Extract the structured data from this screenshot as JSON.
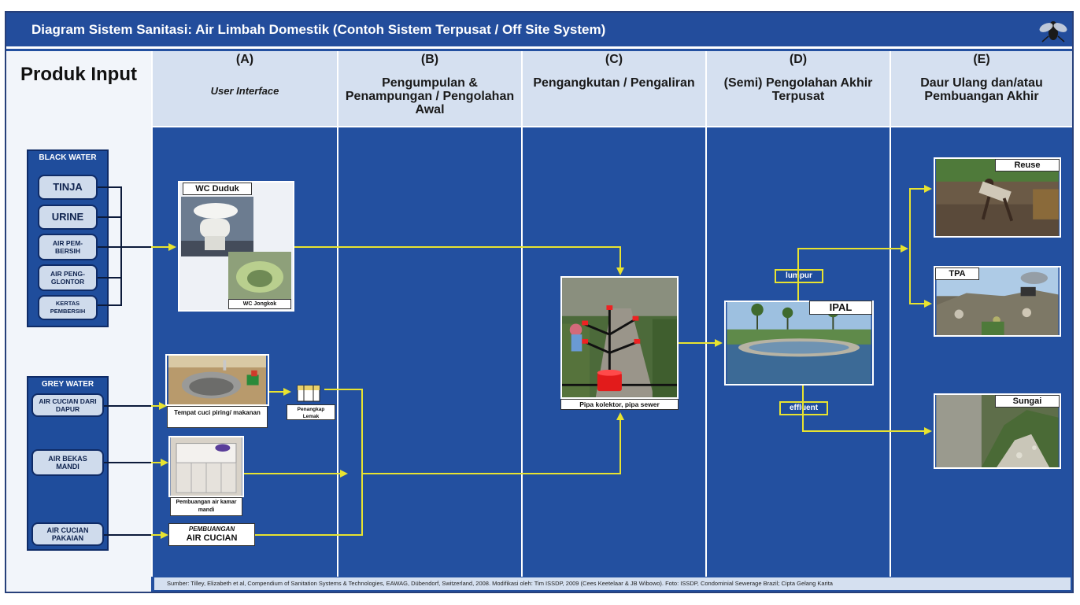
{
  "title": "Diagram Sistem Sanitasi: Air Limbah Domestik (Contoh Sistem Terpusat / Off Site System)",
  "input_header": "Produk Input",
  "columns": [
    {
      "letter": "(A)",
      "title": "User Interface"
    },
    {
      "letter": "(B)",
      "title": "Pengumpulan & Penampungan / Pengolahan Awal"
    },
    {
      "letter": "(C)",
      "title": "Pengangkutan / Pengaliran"
    },
    {
      "letter": "(D)",
      "title": "(Semi) Pengolahan Akhir Terpusat"
    },
    {
      "letter": "(E)",
      "title": "Daur Ulang dan/atau Pembuangan Akhir"
    }
  ],
  "black_water": {
    "title": "BLACK WATER",
    "items": [
      "TINJA",
      "URINE",
      "AIR PEM-BERSIH",
      "AIR PENG-GLONTOR",
      "KERTAS PEMBERSIH"
    ]
  },
  "grey_water": {
    "title": "GREY WATER",
    "items": [
      "AIR CUCIAN DARI DAPUR",
      "AIR BEKAS MANDI",
      "AIR CUCIAN PAKAIAN"
    ]
  },
  "interfaces": {
    "wc_duduk": "WC Duduk",
    "wc_jongkok": "WC Jongkok",
    "sink": "Tempat cuci piring/ makanan",
    "grease_trap": "Penangkap Lemak",
    "bath_drain": "Pembuangan air kamar mandi",
    "laundry_top": "PEMBUANGAN",
    "laundry_bottom": "AIR CUCIAN"
  },
  "transport_label": "Pipa kolektor, pipa sewer",
  "treatment_label": "IPAL",
  "tags": {
    "sludge": "lumpur",
    "effluent": "effluent"
  },
  "disposal": {
    "reuse": "Reuse",
    "landfill": "TPA",
    "river": "Sungai"
  },
  "source": "Sumber: Tilley, Elizabeth et al, Compendium of Sanitation Systems & Technologies, EAWAG, Dübendorf, Switzerland, 2008. Modifikasi oleh: Tim ISSDP, 2009 (Cees Keetelaar & JB Wibowo). Foto: ISSDP, Condominial Sewerage Brazil; Cipta Gelang Karita",
  "colors": {
    "background": "#2350a0",
    "header": "#d5e0f0",
    "flow": "#e8e330",
    "box_border": "#0f2b66"
  }
}
